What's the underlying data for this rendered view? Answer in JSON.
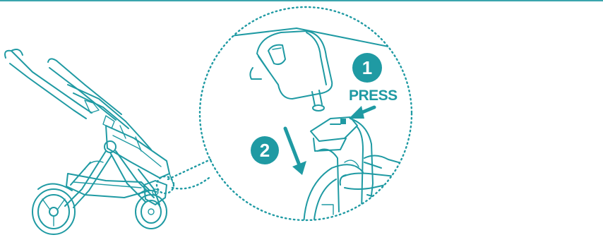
{
  "steps": [
    {
      "number": "1",
      "label": "PRESS"
    },
    {
      "number": "2",
      "label": ""
    }
  ],
  "colors": {
    "accent": "#1f9aa3",
    "background": "#ffffff"
  }
}
